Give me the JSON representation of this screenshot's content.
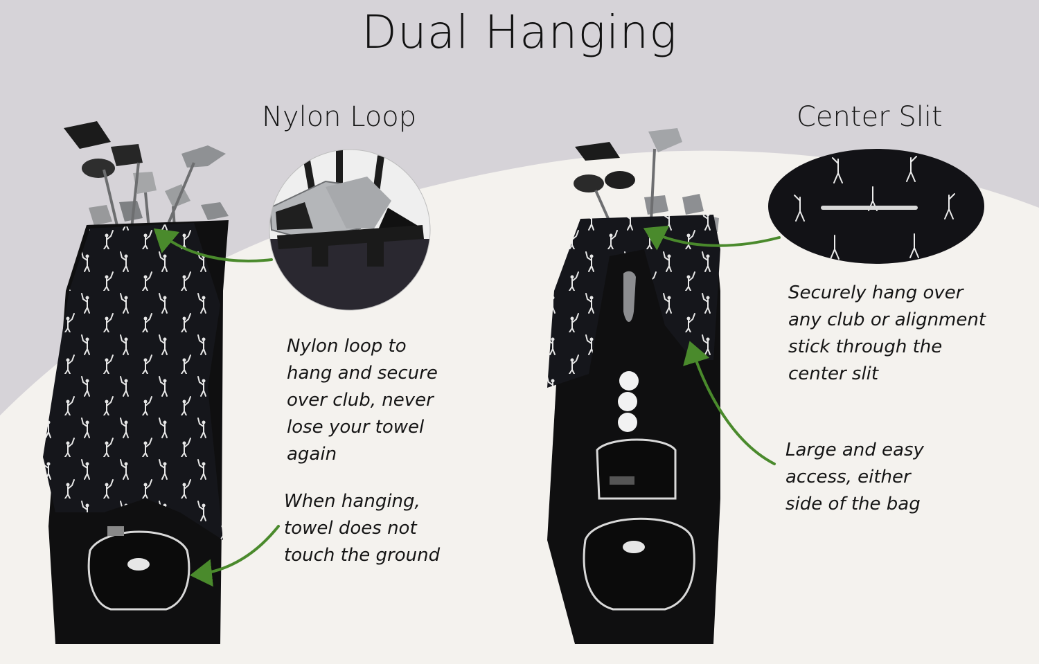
{
  "title": "Dual Hanging",
  "sections": {
    "left": {
      "heading": "Nylon Loop",
      "callout_top": "Nylon loop to\nhang and secure\nover club, never\nlose your towel\nagain",
      "callout_bottom": "When hanging,\ntowel does not\ntouch the ground"
    },
    "right": {
      "heading": "Center Slit",
      "callout_top": "Securely hang over\nany club or alignment\nstick through the\ncenter slit",
      "callout_bottom": "Large and easy\naccess, either\nside of the bag"
    }
  },
  "colors": {
    "background_top": "#d6d3d8",
    "background_curve": "#f4f2ee",
    "bag": "#0f0f10",
    "towel": "#15161b",
    "arrow": "#4a8a2c"
  }
}
